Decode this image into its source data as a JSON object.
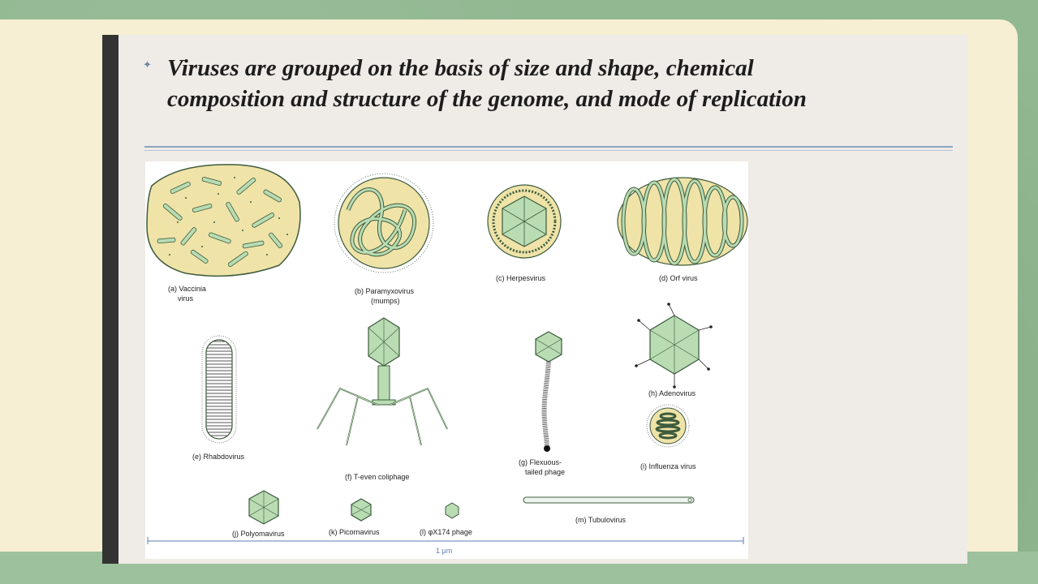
{
  "slide": {
    "bullet_icon": "four-point-star-bullet",
    "headline_line1": "Viruses are grouped on the basis of size and shape, chemical",
    "headline_line2": "composition and structure of the genome, and mode of replication"
  },
  "figure": {
    "labels": {
      "a1": "(a) Vaccinia",
      "a2": "virus",
      "b1": "(b) Paramyxovirus",
      "b2": "(mumps)",
      "c": "(c) Herpesvirus",
      "d": "(d) Orf virus",
      "e": "(e) Rhabdovirus",
      "f": "(f) T-even coliphage",
      "g1": "(g) Flexuous-",
      "g2": "tailed phage",
      "h": "(h) Adenovirus",
      "i": "(i) Influenza virus",
      "j": "(j) Polyomavirus",
      "k": "(k) Picornavirus",
      "l": "(l) φX174 phage",
      "m": "(m) Tubulovirus",
      "scale": "1 μm"
    }
  },
  "colors": {
    "virus_green": "#b9dcb3",
    "capsule_fill": "#efe3a8",
    "outline": "#3d5b3d",
    "scale_bar": "#5b7fb5"
  }
}
